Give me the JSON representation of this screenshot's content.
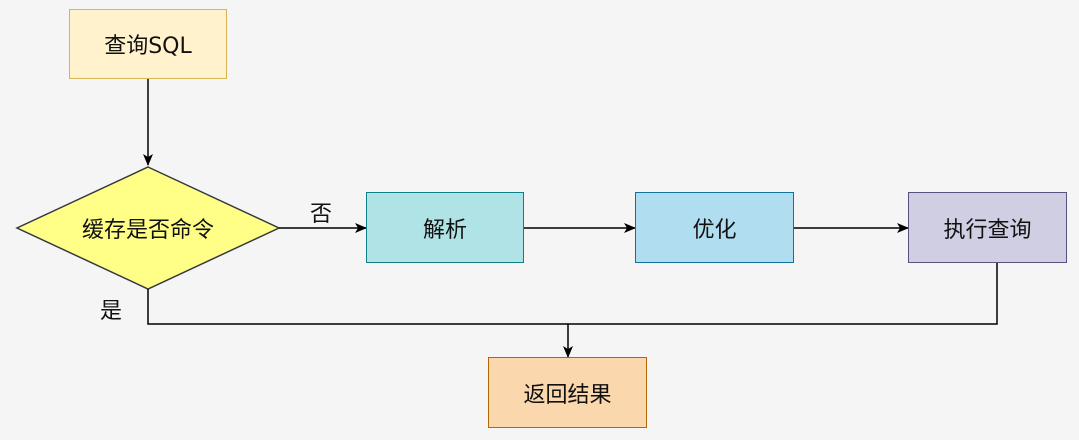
{
  "nodes": {
    "query_sql": {
      "label": "查询SQL",
      "fill": "#fff2cc",
      "stroke": "#d6b656"
    },
    "cache_check": {
      "label": "缓存是否命令",
      "fill": "#ffff88",
      "stroke": "#36393d"
    },
    "parse": {
      "label": "解析",
      "fill": "#b0e3e6",
      "stroke": "#0e8088"
    },
    "optimize": {
      "label": "优化",
      "fill": "#b1ddf0",
      "stroke": "#10739e"
    },
    "execute": {
      "label": "执行查询",
      "fill": "#d0cee2",
      "stroke": "#56517e"
    },
    "return_result": {
      "label": "返回结果",
      "fill": "#fad7ac",
      "stroke": "#b46504"
    }
  },
  "edges": {
    "no_label": "否",
    "yes_label": "是"
  }
}
